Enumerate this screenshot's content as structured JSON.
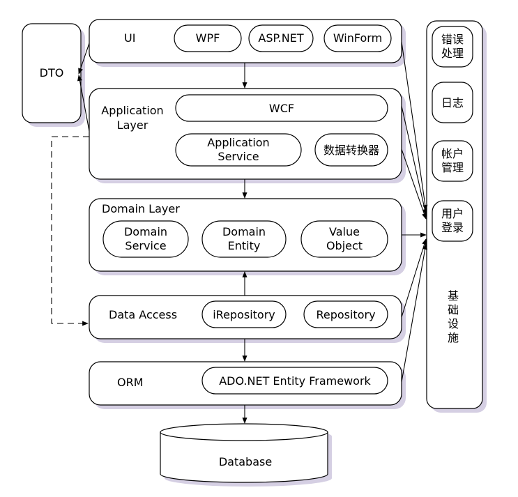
{
  "dto": {
    "label": "DTO"
  },
  "ui_layer": {
    "label": "UI",
    "items": [
      "WPF",
      "ASP.NET",
      "WinForm"
    ]
  },
  "application_layer": {
    "label_lines": [
      "Application",
      "Layer"
    ],
    "wcf": "WCF",
    "service_lines": [
      "Application",
      "Service"
    ],
    "converter": "数据转换器"
  },
  "domain_layer": {
    "label": "Domain Layer",
    "items": [
      {
        "lines": [
          "Domain",
          "Service"
        ]
      },
      {
        "lines": [
          "Domain",
          "Entity"
        ]
      },
      {
        "lines": [
          "Value",
          "Object"
        ]
      }
    ]
  },
  "data_access": {
    "label": "Data Access",
    "items": [
      "iRepository",
      "Repository"
    ]
  },
  "orm": {
    "label": "ORM",
    "framework": "ADO.NET Entity Framework"
  },
  "database": {
    "label": "Database"
  },
  "infrastructure": {
    "title_chars": [
      "基",
      "础",
      "设",
      "施"
    ],
    "items": [
      {
        "lines": [
          "错误",
          "处理"
        ]
      },
      {
        "lines": [
          "日志"
        ]
      },
      {
        "lines": [
          "帐户",
          "管理"
        ]
      },
      {
        "lines": [
          "用户",
          "登录"
        ]
      }
    ]
  },
  "colors": {
    "shadow": "#d5cfe3",
    "stroke": "#000000",
    "fill": "#ffffff"
  }
}
